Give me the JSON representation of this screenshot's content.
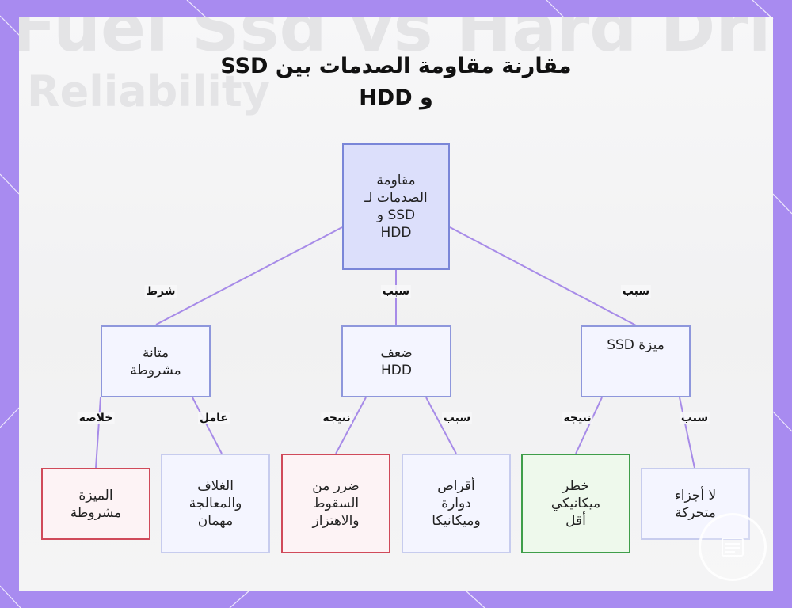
{
  "title": "مقارنة مقاومة الصدمات بين SSD\nو HDD",
  "background_text": {
    "line1": "Fuel Ssd vs Hard Drive",
    "line2": "Reliability"
  },
  "nodes": {
    "root": "مقاومة\nالصدمات لـ\nSSD و\nHDD",
    "conditional_durability": "متانة\nمشروطة",
    "hdd_weakness": "ضعف\nHDD",
    "ssd_advantage": "ميزة SSD",
    "feature_conditional": "الميزة\nمشروطة",
    "casing_handling": "الغلاف\nوالمعالجة\nمهمان",
    "drop_vibration_damage": "ضرر من\nالسقوط\nوالاهتزاز",
    "spinning_platters": "أقراص\nدوارة\nوميكانيكا",
    "less_mechanical_risk": "خطر\nميكانيكي\nأقل",
    "no_moving_parts": "لا أجزاء\nمتحركة"
  },
  "edge_labels": {
    "root_to_conditional": "شرط",
    "root_to_hdd": "سبب",
    "root_to_ssd": "سبب",
    "conditional_to_feature": "خلاصة",
    "conditional_to_casing": "عامل",
    "hdd_to_damage": "نتيجة",
    "hdd_to_platters": "سبب",
    "ssd_to_risk": "نتيجة",
    "ssd_to_noparts": "سبب"
  },
  "colors": {
    "frame": "#a88bf0",
    "edge": "#a78be8",
    "root_fill": "#dcdffb",
    "negative_border": "#d04a5a",
    "positive_border": "#3f9e4a"
  },
  "watermark_icon": "document-icon"
}
